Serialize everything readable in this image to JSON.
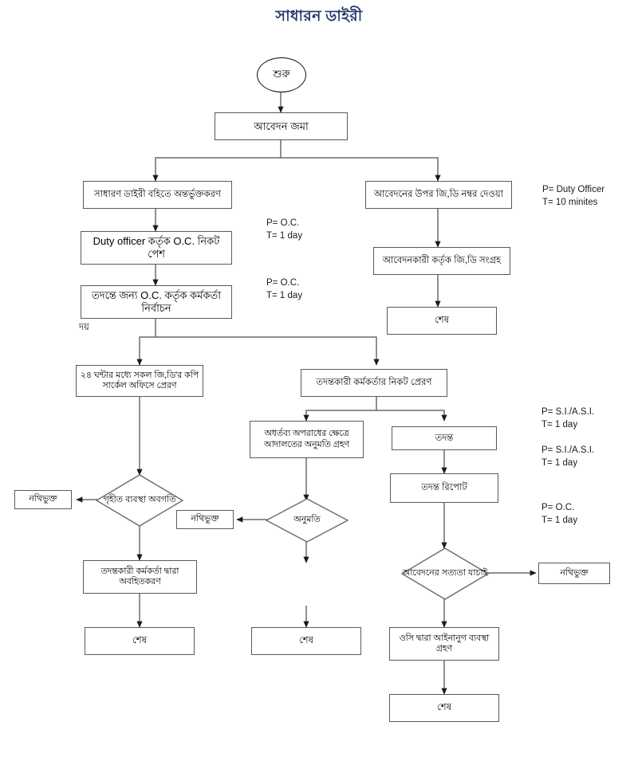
{
  "title": "সাধারন ডাইরী",
  "title_color": "#273a6b",
  "diagram": {
    "type": "flowchart",
    "line_color": "#6b6b6b",
    "box_border_color": "#5a5a5a",
    "nodes": [
      {
        "id": "start",
        "shape": "oval",
        "label": "শুরু"
      },
      {
        "id": "submit",
        "shape": "process",
        "label": "আবেদন জমা"
      },
      {
        "id": "gd-register",
        "shape": "process",
        "label": "সাধারণ ডাইরী বহিতে অন্তর্ভুক্তকরণ"
      },
      {
        "id": "gd-number",
        "shape": "process",
        "label": "আবেদনের উপর জি,ডি নম্বর দেওয়া"
      },
      {
        "id": "duty-officer",
        "shape": "process",
        "label": "Duty officer কর্তৃক O.C. নিকট পেশ"
      },
      {
        "id": "officer-select",
        "shape": "process",
        "label": "তদন্তে জন্য O.C. কর্তৃক কর্মকর্তা নির্বাচন"
      },
      {
        "id": "applicant-gd",
        "shape": "process",
        "label": "আবেদনকারী কর্তৃক জি,ডি সংগ্রহ"
      },
      {
        "id": "end-right-top",
        "shape": "process",
        "label": "শেষ"
      },
      {
        "id": "copy-circle",
        "shape": "process",
        "label": "২৪ ঘন্টার মধ্যে সকল জি,ডি'র কপি সার্কেল অফিসে প্রেরণ"
      },
      {
        "id": "send-officer",
        "shape": "process",
        "label": "তদন্তকারী কর্মকর্তার নিকট প্রেরণ"
      },
      {
        "id": "court-permit",
        "shape": "process",
        "label": "অধর্তব্য অপরাধের ক্ষেত্রে আদালতের অনুমতি গ্রহণ"
      },
      {
        "id": "investigation",
        "shape": "process",
        "label": "তদন্ত"
      },
      {
        "id": "invest-report",
        "shape": "process",
        "label": "তদন্ত রিপোট"
      },
      {
        "id": "file-left",
        "shape": "process",
        "label": "নথিভুক্ত"
      },
      {
        "id": "file-middle",
        "shape": "process",
        "label": "নথিভুক্ত"
      },
      {
        "id": "file-right",
        "shape": "process",
        "label": "নথিভুক্ত"
      },
      {
        "id": "dec-measures",
        "shape": "decision",
        "label": "গৃহীত ব্যবস্থা অবগতি"
      },
      {
        "id": "dec-permission",
        "shape": "decision",
        "label": "অনুমতি"
      },
      {
        "id": "dec-verify",
        "shape": "decision",
        "label": "আবেদনের সত্যতা যাচাই"
      },
      {
        "id": "inform-officer",
        "shape": "process",
        "label": "তদন্তকারী কর্মকর্তা দ্বারা অবহিতকরণ"
      },
      {
        "id": "oc-legal",
        "shape": "process",
        "label": "ওসি দ্বারা আইনানুগ ব্যবস্থা গ্রহণ"
      },
      {
        "id": "end-left",
        "shape": "process",
        "label": "শেষ"
      },
      {
        "id": "end-middle",
        "shape": "process",
        "label": "শেষ"
      },
      {
        "id": "end-right-bot",
        "shape": "process",
        "label": "শেষ"
      }
    ],
    "annotations": [
      {
        "id": "annot-duty",
        "text": "P= Duty Officer\nT= 10 minites"
      },
      {
        "id": "annot-oc-1",
        "text": "P= O.C.\nT= 1 day"
      },
      {
        "id": "annot-oc-2",
        "text": "P= O.C.\nT= 1 day"
      },
      {
        "id": "annot-si-1",
        "text": "P= S.I./A.S.I.\nT= 1 day"
      },
      {
        "id": "annot-si-2",
        "text": "P= S.I./A.S.I.\nT= 1 day"
      },
      {
        "id": "annot-oc-3",
        "text": "P= O.C.\nT= 1 day"
      }
    ],
    "stray_text": "দয়"
  }
}
